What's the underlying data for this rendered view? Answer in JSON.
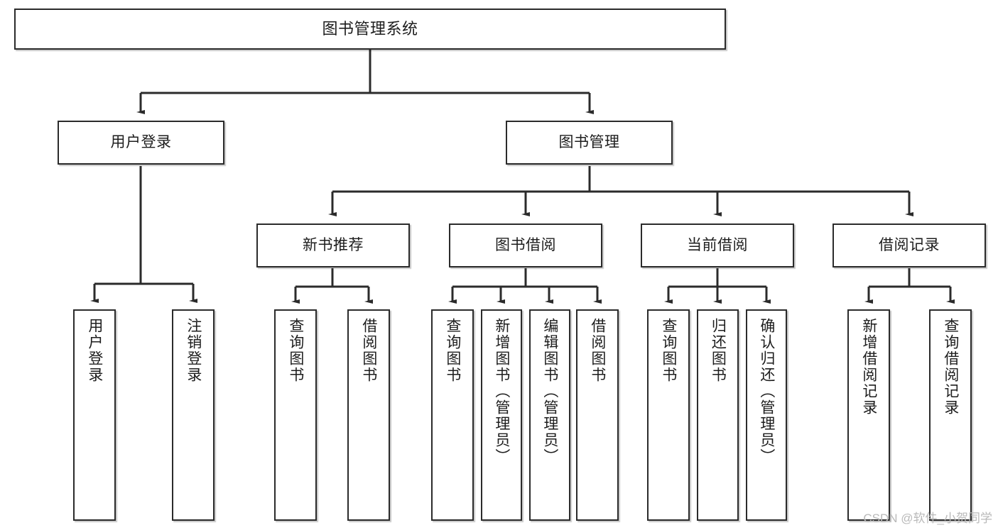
{
  "diagram": {
    "title": "图书管理系统",
    "watermark": "CSDN @软件_小贺同学",
    "line_color": "#2b2b2b",
    "box_border_color": "#2b2b2b",
    "box_fill_color": "#ffffff",
    "text_color": "#1d1d1d",
    "watermark_color": "#b9b9b9",
    "nodes": {
      "root": {
        "label": "图书管理系统"
      },
      "level2": [
        {
          "label": "用户登录"
        },
        {
          "label": "图书管理"
        }
      ],
      "level3": [
        {
          "label": "新书推荐"
        },
        {
          "label": "图书借阅"
        },
        {
          "label": "当前借阅"
        },
        {
          "label": "借阅记录"
        }
      ],
      "leaves": {
        "user_login": [
          {
            "label": "用户登录"
          },
          {
            "label": "注销登录"
          }
        ],
        "new_book_recommend": [
          {
            "label": "查询图书"
          },
          {
            "label": "借阅图书"
          }
        ],
        "book_borrow": [
          {
            "label": "查询图书"
          },
          {
            "label": "新增图书（管理员）"
          },
          {
            "label": "编辑图书（管理员）"
          },
          {
            "label": "借阅图书"
          }
        ],
        "current_borrow": [
          {
            "label": "查询图书"
          },
          {
            "label": "归还图书"
          },
          {
            "label": "确认归还（管理员）"
          }
        ],
        "borrow_record": [
          {
            "label": "新增借阅记录"
          },
          {
            "label": "查询借阅记录"
          }
        ]
      }
    }
  }
}
